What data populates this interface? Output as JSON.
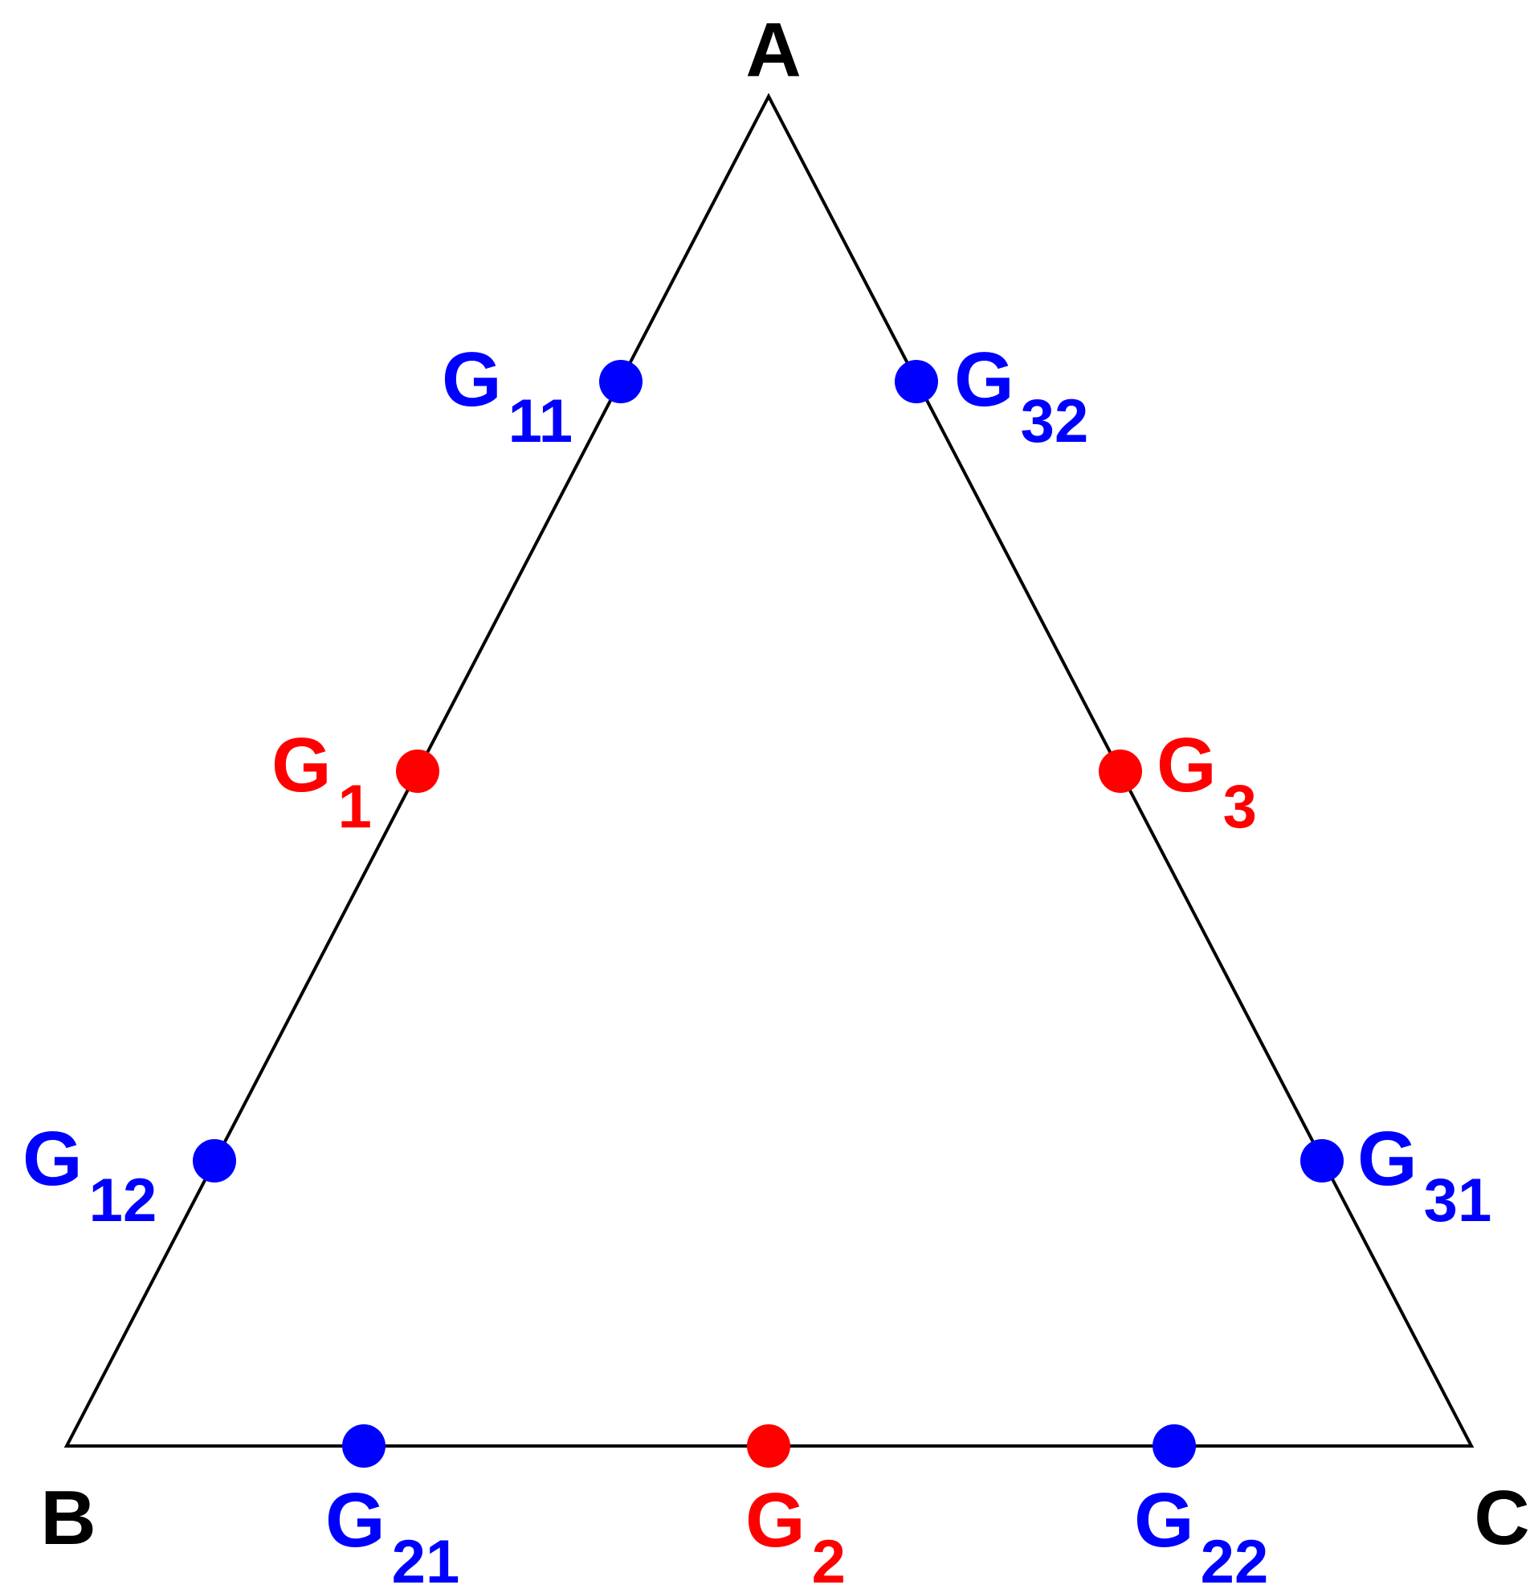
{
  "colors": {
    "edge": "#000000",
    "midpoint": "#ff0000",
    "trisection": "#0000ff"
  },
  "vertices": [
    {
      "id": "A",
      "label": "A"
    },
    {
      "id": "B",
      "label": "B"
    },
    {
      "id": "C",
      "label": "C"
    }
  ],
  "points": [
    {
      "id": "G11",
      "main": "G",
      "sub": "11",
      "kind": "trisection"
    },
    {
      "id": "G1",
      "main": "G",
      "sub": "1",
      "kind": "midpoint"
    },
    {
      "id": "G12",
      "main": "G",
      "sub": "12",
      "kind": "trisection"
    },
    {
      "id": "G21",
      "main": "G",
      "sub": "21",
      "kind": "trisection"
    },
    {
      "id": "G2",
      "main": "G",
      "sub": "2",
      "kind": "midpoint"
    },
    {
      "id": "G22",
      "main": "G",
      "sub": "22",
      "kind": "trisection"
    },
    {
      "id": "G31",
      "main": "G",
      "sub": "31",
      "kind": "trisection"
    },
    {
      "id": "G3",
      "main": "G",
      "sub": "3",
      "kind": "midpoint"
    },
    {
      "id": "G32",
      "main": "G",
      "sub": "32",
      "kind": "trisection"
    }
  ]
}
